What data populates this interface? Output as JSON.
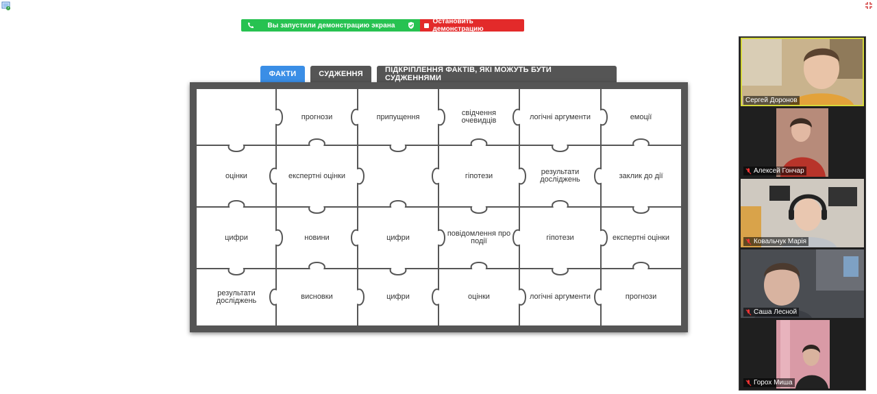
{
  "share_bar": {
    "status": "Вы запустили демонстрацию экрана",
    "stop": "Остановить демонстрацию",
    "status_color": "#27c251",
    "stop_color": "#e32a2a"
  },
  "tabs": [
    {
      "label": "ФАКТИ",
      "active": true
    },
    {
      "label": "СУДЖЕННЯ",
      "active": false
    },
    {
      "label": "ПІДКРІПЛЕННЯ ФАКТІВ, ЯКІ МОЖУТЬ БУТИ СУДЖЕННЯМИ",
      "active": false
    }
  ],
  "puzzle": {
    "rows": [
      [
        "",
        "прогнози",
        "припущення",
        "свідчення очевидців",
        "логічні аргументи",
        "емоції"
      ],
      [
        "оцінки",
        "експертні оцінки",
        "",
        "гіпотези",
        "результати досліджень",
        "заклик до дії"
      ],
      [
        "цифри",
        "новини",
        "цифри",
        "повідомлення про події",
        "гіпотези",
        "експертні оцінки"
      ],
      [
        "результати досліджень",
        "висновки",
        "цифри",
        "оцінки",
        "логічні аргументи",
        "прогнози"
      ]
    ]
  },
  "participants": [
    {
      "name": "Сергей Доронов",
      "muted": false,
      "speaking": true
    },
    {
      "name": "Алексей Гончар",
      "muted": true,
      "speaking": false
    },
    {
      "name": "Ковальчук Марія",
      "muted": true,
      "speaking": false
    },
    {
      "name": "Саша Лесной",
      "muted": true,
      "speaking": false
    },
    {
      "name": "Горох Миша",
      "muted": true,
      "speaking": false
    }
  ],
  "icons": {
    "top_left": "app-icon",
    "top_right": "exit-fullscreen-icon",
    "share_status": "phone-icon",
    "share_secure": "shield-icon",
    "stop": "stop-square-icon",
    "muted": "mic-muted-icon"
  },
  "colors": {
    "tab_active": "#3a8ee6",
    "tab_inactive": "#555555",
    "board_frame": "#555555",
    "speaking_outline": "#d6d93b"
  }
}
